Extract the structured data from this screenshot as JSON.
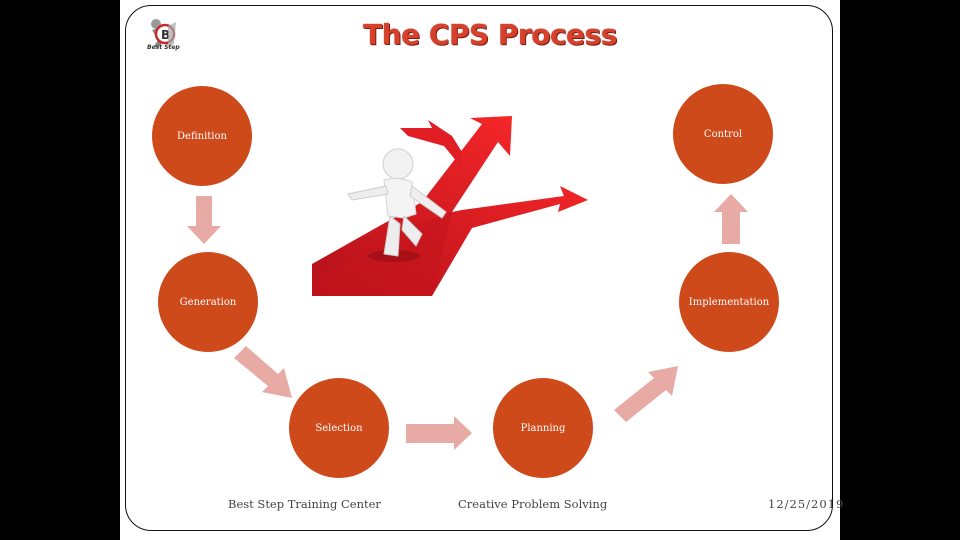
{
  "title": "The CPS Process",
  "logo": {
    "text": "Best Step"
  },
  "nodes": {
    "definition": "Definition",
    "generation": "Generation",
    "selection": "Selection",
    "planning": "Planning",
    "implementation": "Implementation",
    "control": "Control"
  },
  "footer": {
    "left": "Best Step Training Center",
    "center": "Creative Problem Solving",
    "right": "12/25/2019"
  },
  "colors": {
    "node_fill": "#cf4a1b",
    "arrow_fill": "#e8aaa5",
    "title_red": "#d7402a"
  }
}
